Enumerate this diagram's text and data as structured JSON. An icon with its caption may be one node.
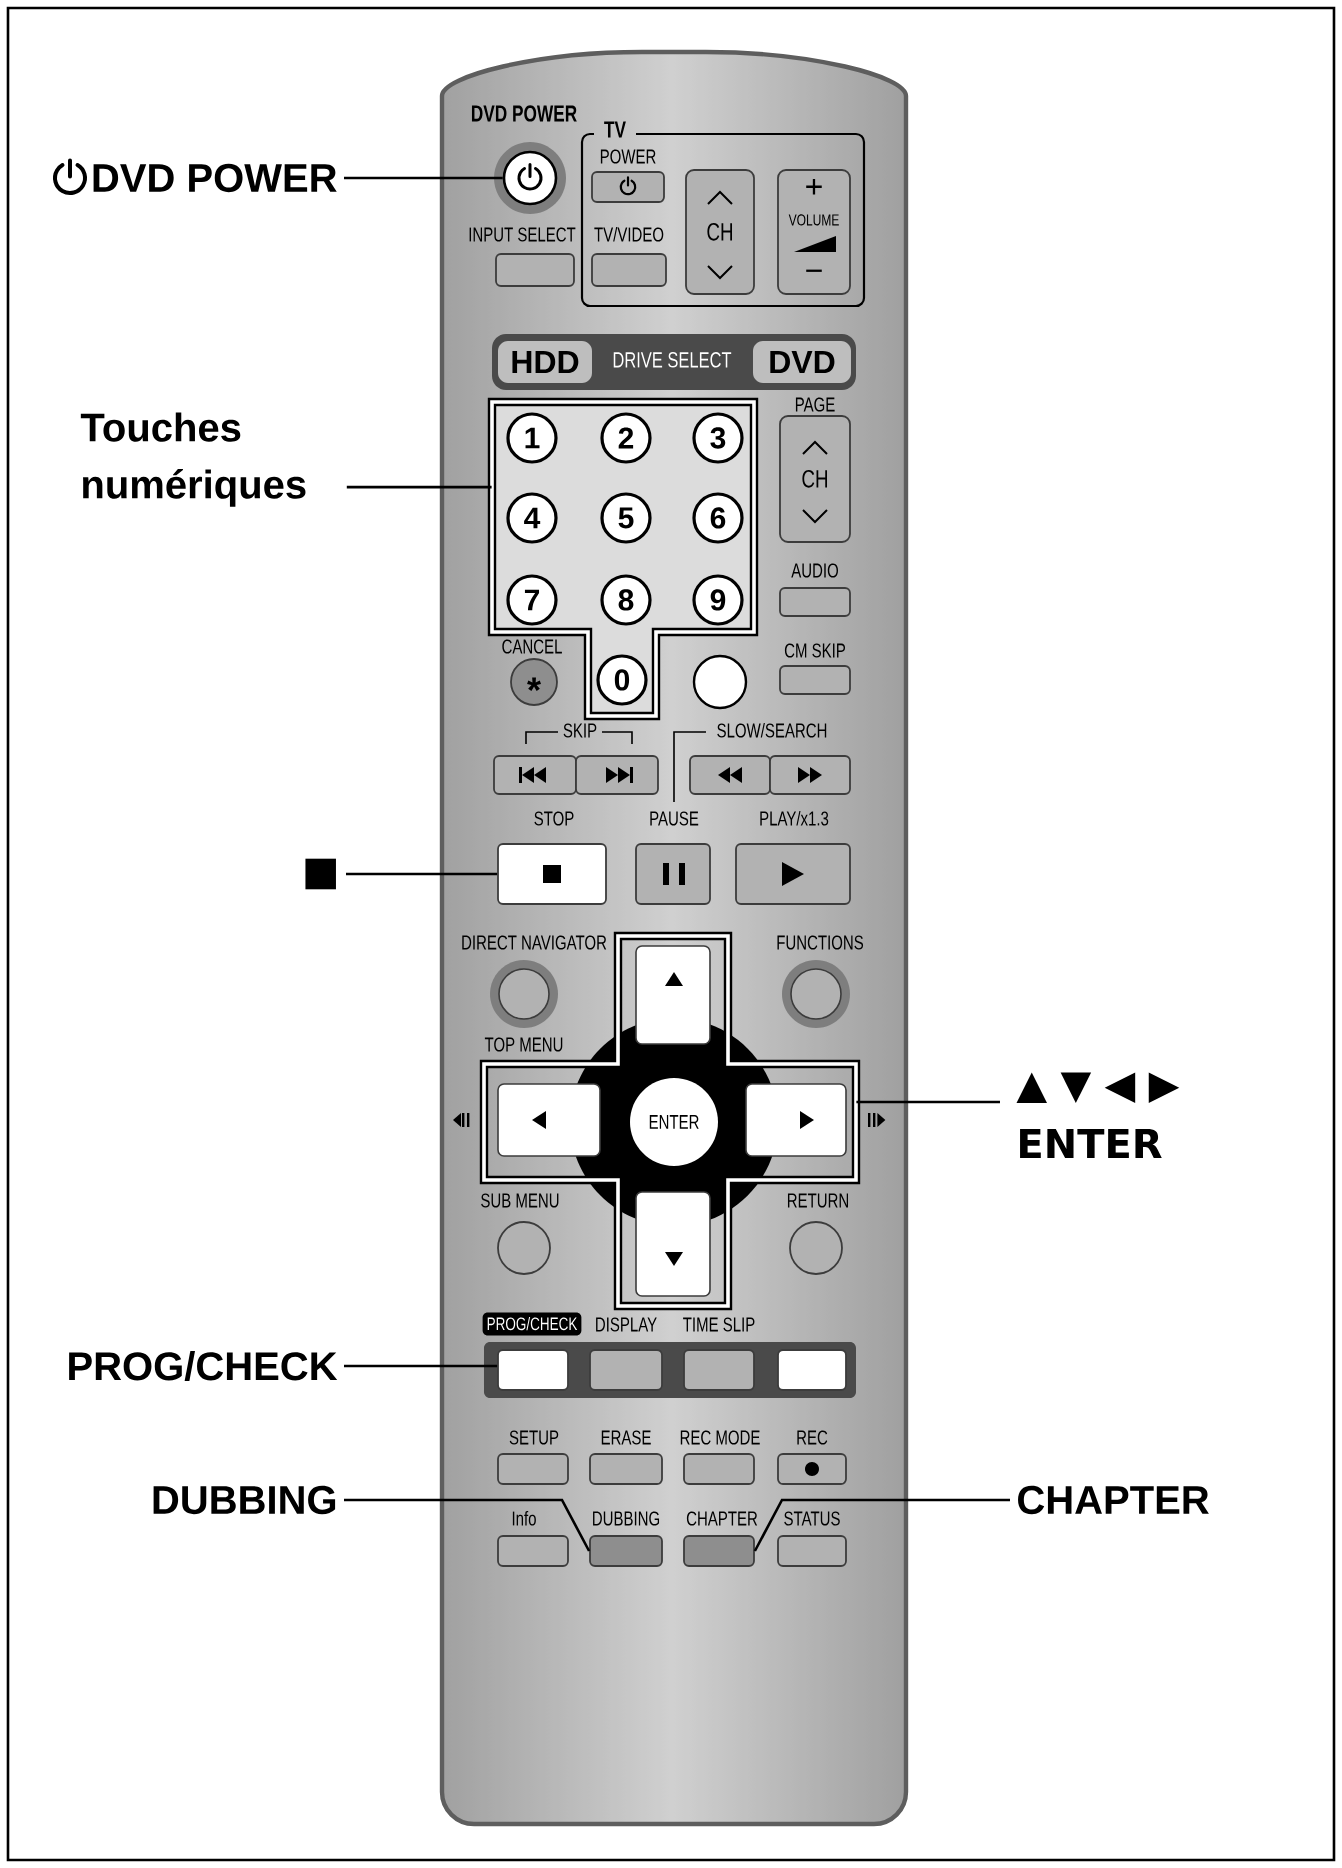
{
  "diagram": {
    "nodes": [
      {
        "text": [
          "DVD POWER"
        ]
      },
      {
        "text": [],
        "shape": "circle",
        "beside": [
          "DVD POWER"
        ]
      },
      {
        "text": [
          "Touches numériques"
        ]
      },
      {
        "text": [],
        "shape": "box"
      },
      {
        "text": [
          "■"
        ]
      },
      {
        "text": [],
        "shape": "box",
        "beside": [
          "STOP"
        ]
      },
      {
        "text": [
          "▲ ▼ ◀ ▶ ENTER"
        ]
      },
      {
        "text": [],
        "shape": "cross"
      },
      {
        "text": [
          "PROG/CHECK"
        ]
      },
      {
        "text": [],
        "shape": "box",
        "beside": [
          "PROG/CHECK"
        ]
      },
      {
        "text": [],
        "shape": "box"
      },
      {
        "text": [
          "DUBBING"
        ]
      },
      {
        "text": [],
        "shape": "box",
        "beside": [
          "DUBBING"
        ]
      },
      {
        "text": [
          "CHAPTER"
        ]
      },
      {
        "text": [],
        "shape": "box",
        "beside": [
          "CHAPTER"
        ]
      }
    ],
    "edges": [
      {
        "from": 0,
        "to": 1,
        "arrow": "none"
      },
      {
        "from": 2,
        "to": 3,
        "arrow": "none"
      },
      {
        "from": 4,
        "to": 5,
        "arrow": "none"
      },
      {
        "from": 6,
        "to": 7,
        "arrow": "none"
      },
      {
        "from": 8,
        "to": 9,
        "arrow": "none"
      },
      {
        "from": 11,
        "to": 12,
        "arrow": "none"
      },
      {
        "from": 13,
        "to": 14,
        "arrow": "none"
      }
    ],
    "labels": [
      "TV",
      "POWER",
      "INPUT SELECT",
      "TV/VIDEO",
      "CH",
      "+",
      "VOLUME",
      "−",
      "HDD",
      "DRIVE SELECT",
      "DVD",
      "PAGE",
      "1",
      "2",
      "3",
      "CH",
      "4",
      "5",
      "6",
      "7",
      "8",
      "9",
      "AUDIO",
      "CANCEL",
      "CM SKIP",
      "*",
      "0",
      "SKIP",
      "SLOW/SEARCH",
      "PAUSE",
      "PLAY/x1.3",
      "DIRECT NAVIGATOR",
      "FUNCTIONS",
      "TOP MENU",
      "ENTER",
      "SUB MENU",
      "RETURN",
      "DISPLAY",
      "TIME SLIP",
      "SETUP",
      "ERASE",
      "REC MODE",
      "REC",
      "Info",
      "STATUS"
    ]
  }
}
